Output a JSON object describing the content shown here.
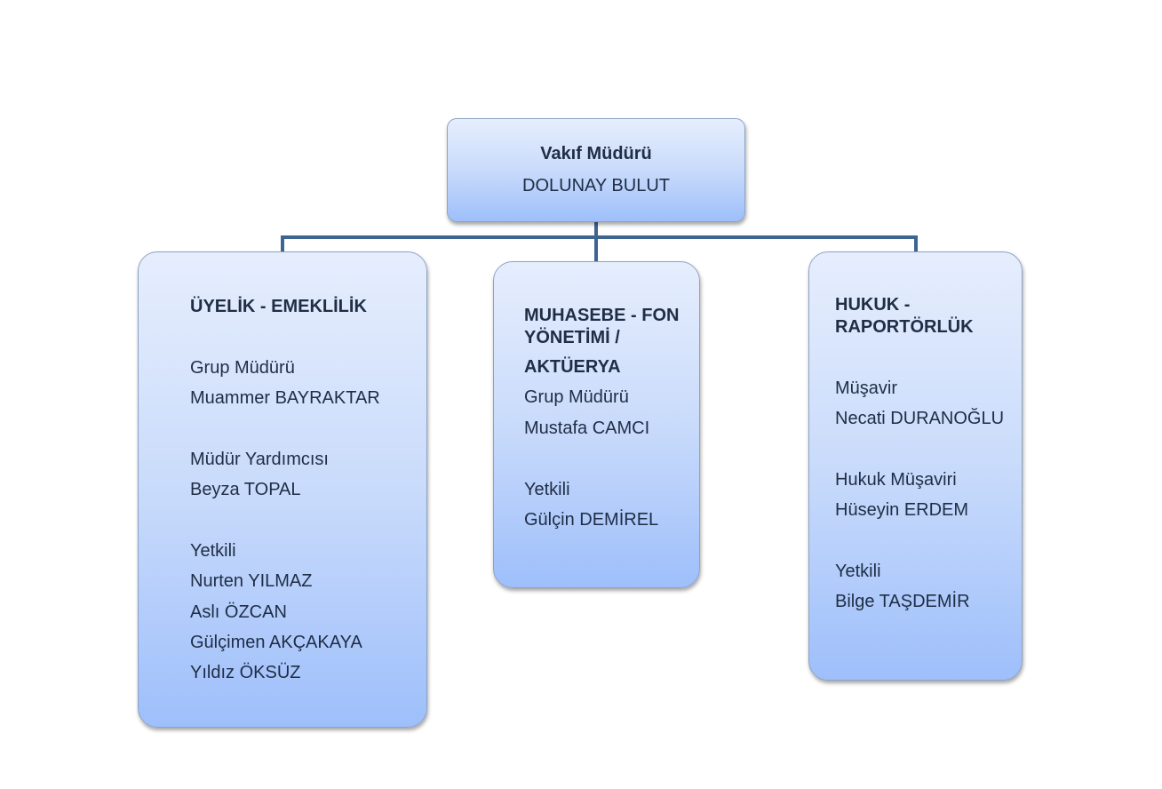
{
  "root": {
    "title": "Vakıf Müdürü",
    "name": "DOLUNAY BULUT"
  },
  "departments": [
    {
      "heading_lines": [
        "ÜYELİK - EMEKLİLİK"
      ],
      "entries": [
        "Grup Müdürü",
        "Muammer BAYRAKTAR",
        "Müdür Yardımcısı",
        "Beyza TOPAL",
        "Yetkili",
        "Nurten YILMAZ",
        "Aslı ÖZCAN",
        "Gülçimen AKÇAKAYA",
        "Yıldız ÖKSÜZ"
      ]
    },
    {
      "heading_lines": [
        "MUHASEBE - FON",
        "YÖNETİMİ /",
        "AKTÜERYA"
      ],
      "entries": [
        "Grup Müdürü",
        "Mustafa CAMCI",
        "Yetkili",
        "Gülçin DEMİREL"
      ]
    },
    {
      "heading_lines": [
        "HUKUK -",
        "RAPORTÖRLÜK"
      ],
      "entries": [
        "Müşavir",
        "Necati DURANOĞLU",
        "Hukuk Müşaviri",
        "Hüseyin ERDEM",
        "Yetkili",
        "Bilge TAŞDEMİR"
      ]
    }
  ],
  "colors": {
    "connector": "#3d6591",
    "box_border": "#8ea3c4",
    "text": "#1f2d45"
  }
}
